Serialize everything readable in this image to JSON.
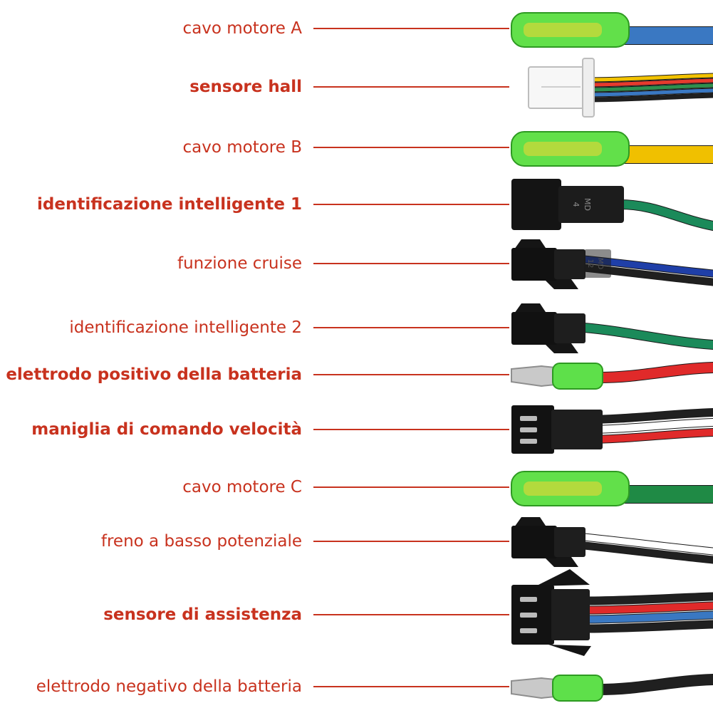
{
  "accent_color": "#c8321e",
  "rows": [
    {
      "label": "cavo motore A",
      "bold": false,
      "connector": "bullet-green",
      "wires": [
        "#3a78c2"
      ]
    },
    {
      "label": "sensore hall",
      "bold": true,
      "connector": "hall-white",
      "wires": [
        "#f2c200",
        "#e63a2e",
        "#2f8f4e",
        "#3a78c2",
        "#202020"
      ]
    },
    {
      "label": "cavo motore B",
      "bold": false,
      "connector": "bullet-green",
      "wires": [
        "#f0c000"
      ]
    },
    {
      "label": "identificazione intelligente 1",
      "bold": true,
      "connector": "black-plug",
      "mark": "4\nMD",
      "wires": [
        "#1b8a5a"
      ]
    },
    {
      "label": "funzione cruise",
      "bold": false,
      "connector": "black-latch",
      "mark": "12\nMD",
      "wires": [
        "#1f3fa8",
        "#202020"
      ]
    },
    {
      "label": "identificazione intelligente 2",
      "bold": false,
      "connector": "black-latch",
      "wires": [
        "#1b8a5a"
      ]
    },
    {
      "label": "elettrodo positivo della batteria",
      "bold": true,
      "connector": "pin-green",
      "wires": [
        "#e02a2a"
      ]
    },
    {
      "label": "maniglia di comando velocità",
      "bold": true,
      "connector": "black-3pin",
      "wires": [
        "#202020",
        "#ffffff",
        "#e02a2a"
      ]
    },
    {
      "label": "cavo motore C",
      "bold": false,
      "connector": "bullet-green",
      "wires": [
        "#1f8a45"
      ]
    },
    {
      "label": "freno a basso potenziale",
      "bold": false,
      "connector": "black-latch",
      "wires": [
        "#ffffff",
        "#202020"
      ]
    },
    {
      "label": "sensore di assistenza",
      "bold": true,
      "connector": "black-3pin-large",
      "wires": [
        "#202020",
        "#e02a2a",
        "#3a78c2",
        "#202020"
      ]
    },
    {
      "label": "elettrodo negativo della batteria",
      "bold": false,
      "connector": "pin-green",
      "wires": [
        "#202020"
      ]
    }
  ]
}
